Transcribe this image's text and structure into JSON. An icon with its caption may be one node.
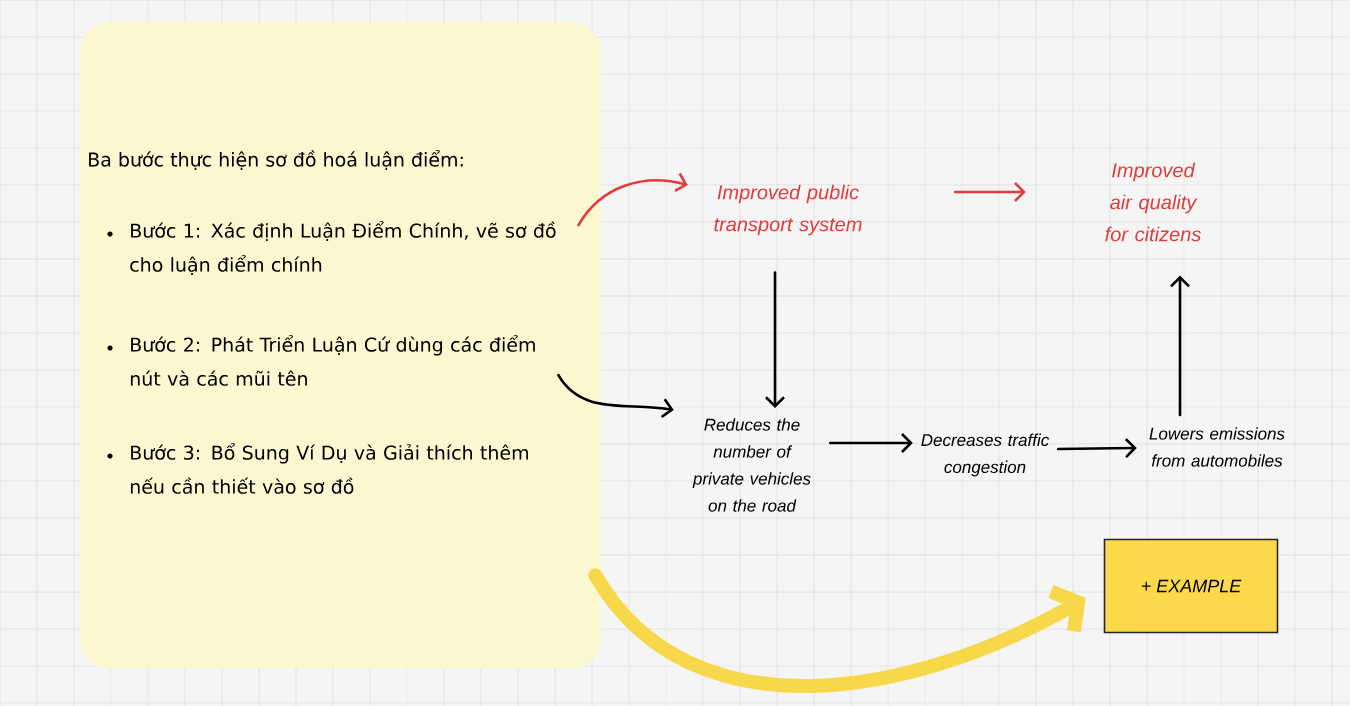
{
  "diagram": {
    "nodes": [
      {
        "text": [
          "Ba bước thực hiện sơ đồ hoá luận điểm:",
          "Bước 1: Xác định Luận Điểm Chính, vẽ sơ đồ cho luận điểm chính",
          "Bước 2: Phát Triển Luận Cứ dùng các điểm nút và các mũi tên",
          "Bước 3: Bổ Sung Ví Dụ và Giải thích thêm nếu cần thiết vào sơ đồ"
        ]
      },
      {
        "text": [
          "Improved public transport system"
        ]
      },
      {
        "text": [
          "Improved air quality for citizens"
        ]
      },
      {
        "text": [
          "Reduces the number of private vehicles on the road"
        ]
      },
      {
        "text": [
          "Decreases traffic congestion"
        ]
      },
      {
        "text": [
          "Lowers emissions from automobiles"
        ]
      },
      {
        "text": [
          "+ EXAMPLE"
        ]
      }
    ],
    "edges": [
      {
        "from": 0,
        "to": 1,
        "arrow": "to",
        "color": "#e23b3b"
      },
      {
        "from": 1,
        "to": 2,
        "arrow": "to",
        "color": "#e23b3b"
      },
      {
        "from": 1,
        "to": 3,
        "arrow": "to"
      },
      {
        "from": 0,
        "to": 3,
        "arrow": "to"
      },
      {
        "from": 3,
        "to": 4,
        "arrow": "to"
      },
      {
        "from": 4,
        "to": 5,
        "arrow": "to"
      },
      {
        "from": 5,
        "to": 2,
        "arrow": "to"
      },
      {
        "from": 0,
        "to": 6,
        "arrow": "to",
        "style": "thick",
        "color": "#f7d84a"
      }
    ]
  }
}
